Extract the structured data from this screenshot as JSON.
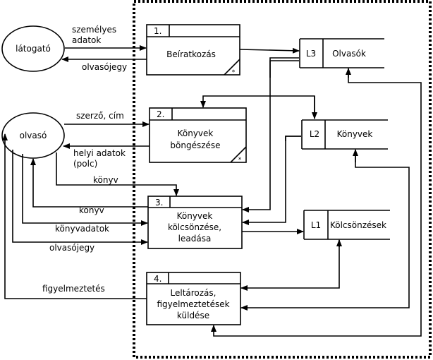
{
  "external_entities": {
    "visitor": "látogató",
    "reader": "olvasó"
  },
  "processes": [
    {
      "number": "1.",
      "lines": [
        "Beíratkozás"
      ],
      "mark": "*"
    },
    {
      "number": "2.",
      "lines": [
        "Könyvek",
        "böngészése"
      ],
      "mark": "*"
    },
    {
      "number": "3.",
      "lines": [
        "Könyvek",
        "kölcsönzése,",
        "leadása"
      ]
    },
    {
      "number": "4.",
      "lines": [
        "Leltározás,",
        "figyelmeztetések",
        "küldése"
      ]
    }
  ],
  "data_stores": [
    {
      "id": "L3",
      "name": "Olvasók"
    },
    {
      "id": "L2",
      "name": "Könyvek"
    },
    {
      "id": "L1",
      "name": "Kölcsönzések"
    }
  ],
  "flow_labels": {
    "personal_data": [
      "személyes",
      "adatok"
    ],
    "reader_card_1": "olvasójegy",
    "author_title": "szerző, cím",
    "local_data": [
      "helyi adatok",
      "(polc)"
    ],
    "book_1": "könyv",
    "book_2": "könyv",
    "book_data": "könyvadatok",
    "reader_card_2": "olvasójegy",
    "warning": "figyelmeztetés"
  }
}
